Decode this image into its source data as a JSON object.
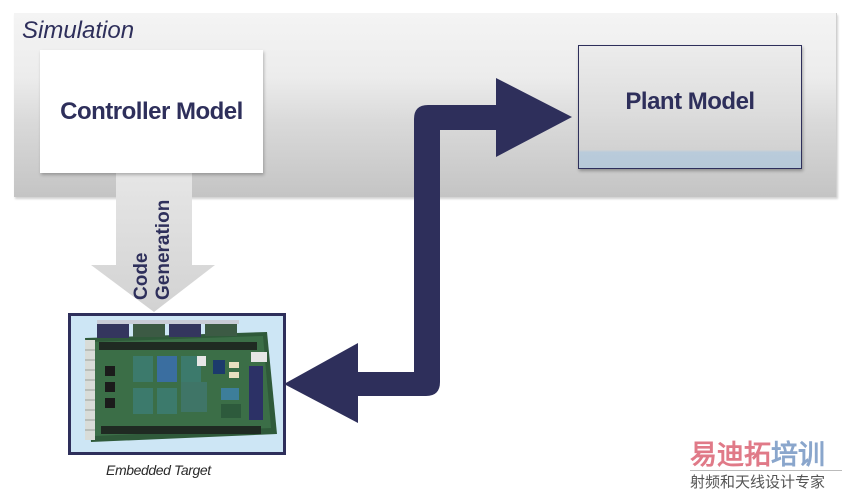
{
  "simulation": {
    "title": "Simulation",
    "controller_model_label": "Controller Model",
    "plant_model_label": "Plant Model"
  },
  "code_generation": {
    "line1": "Code",
    "line2": "Generation"
  },
  "embedded_target": {
    "caption": "Embedded Target",
    "image_description": "circuit board photo"
  },
  "connection": {
    "type": "bidirectional arrow between Embedded Target and Plant Model"
  },
  "watermark": {
    "brand_part1": "易迪拓",
    "brand_part2": "培训",
    "tagline": "射频和天线设计专家"
  },
  "colors": {
    "navy": "#2e2f5b",
    "target_bg": "#cde6f5",
    "watermark_red": "#e07a88",
    "watermark_blue": "#8aa6cc"
  }
}
